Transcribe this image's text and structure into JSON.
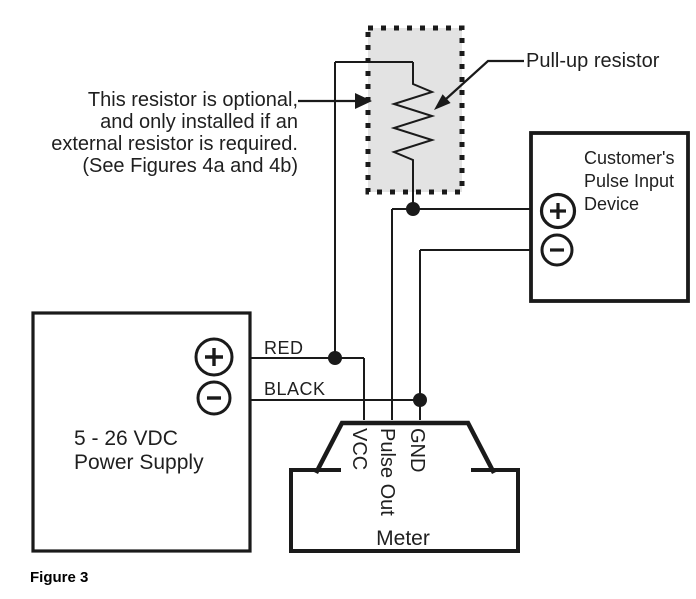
{
  "figure": {
    "caption": "Figure 3",
    "colors": {
      "line": "#1a1a1a",
      "resistor_box_fill": "#e3e3e3",
      "background": "#ffffff"
    }
  },
  "note": {
    "line1": "This resistor is optional,",
    "line2": "and only installed if an",
    "line3": "external resistor is required.",
    "line4": "(See Figures 4a and 4b)"
  },
  "pullup": {
    "label": "Pull-up resistor"
  },
  "power_supply": {
    "line1": "5 - 26 VDC",
    "line2": "Power Supply",
    "plus_icon": "plus-in-circle",
    "minus_icon": "minus-in-circle"
  },
  "pulse_device": {
    "line1": "Customer's",
    "line2": "Pulse Input",
    "line3": "Device",
    "plus_icon": "plus-in-circle",
    "minus_icon": "minus-in-circle"
  },
  "wires": {
    "red_label": "RED",
    "black_label": "BLACK"
  },
  "meter": {
    "label": "Meter",
    "terminal_vcc": "VCC",
    "terminal_pulse_out": "Pulse Out",
    "terminal_gnd": "GND"
  }
}
